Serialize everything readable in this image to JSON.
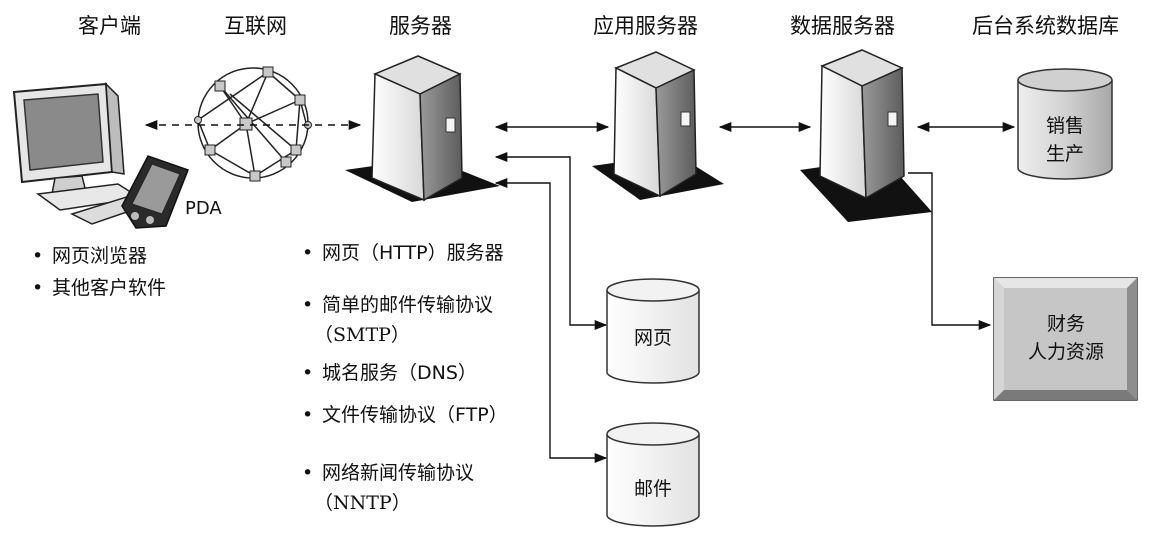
{
  "headers": {
    "client": "客户端",
    "internet": "互联网",
    "server": "服务器",
    "app_server": "应用服务器",
    "data_server": "数据服务器",
    "backend_db": "后台系统数据库"
  },
  "client": {
    "pda_label": "PDA",
    "items": [
      "网页浏览器",
      "其他客户软件"
    ]
  },
  "server_services": [
    {
      "label": "网页（HTTP）服务器",
      "sub": ""
    },
    {
      "label": "简单的邮件传输协议",
      "sub": "（SMTP）"
    },
    {
      "label": "城名服务（DNS）",
      "sub": ""
    },
    {
      "label": "文件传输协议（FTP）",
      "sub": ""
    },
    {
      "label": "网络新闻传输协议",
      "sub": "（NNTP）"
    }
  ],
  "stores": {
    "web_pages": "网页",
    "mail": "邮件"
  },
  "backend": {
    "sales_line1": "销售",
    "sales_line2": "生产",
    "finance_line1": "财务",
    "finance_line2": "人力资源"
  },
  "colors": {
    "line": "#111111",
    "screen": "#8a8a8a",
    "server_front": "#f2f2f2",
    "server_side": "#8e8e8e",
    "base": "#1a1a1a",
    "cylinder": "#d8d8d8",
    "finance_box": "#c8c8c8"
  }
}
